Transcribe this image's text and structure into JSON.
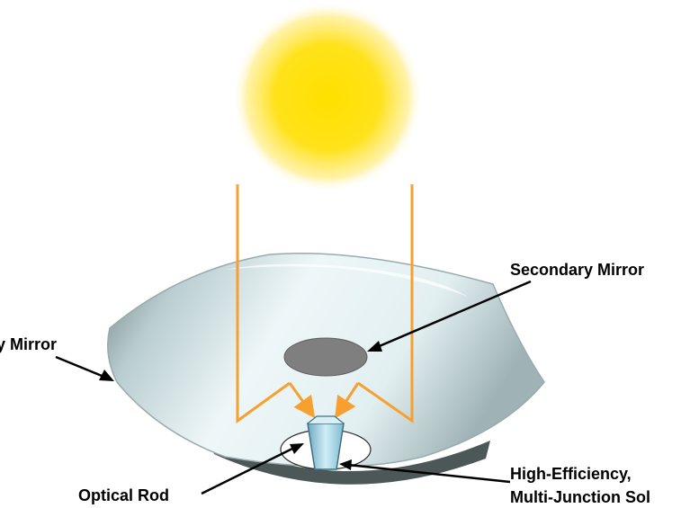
{
  "labels": {
    "primary_mirror": "y Mirror",
    "secondary_mirror": "Secondary Mirror",
    "optical_rod": "Optical Rod",
    "solar_cell_line1": "High-Efficiency,",
    "solar_cell_line2": "Multi-Junction Sol"
  },
  "colors": {
    "sun_core": "#ffe000",
    "light_rays": "#f7a030",
    "mirror_surface": "#dfeef0",
    "mirror_shadow": "#5e6a6a",
    "secondary_mirror": "#7f7f7f",
    "optical_rod": "#a8d4e6",
    "annotation_arrows": "#000000"
  }
}
